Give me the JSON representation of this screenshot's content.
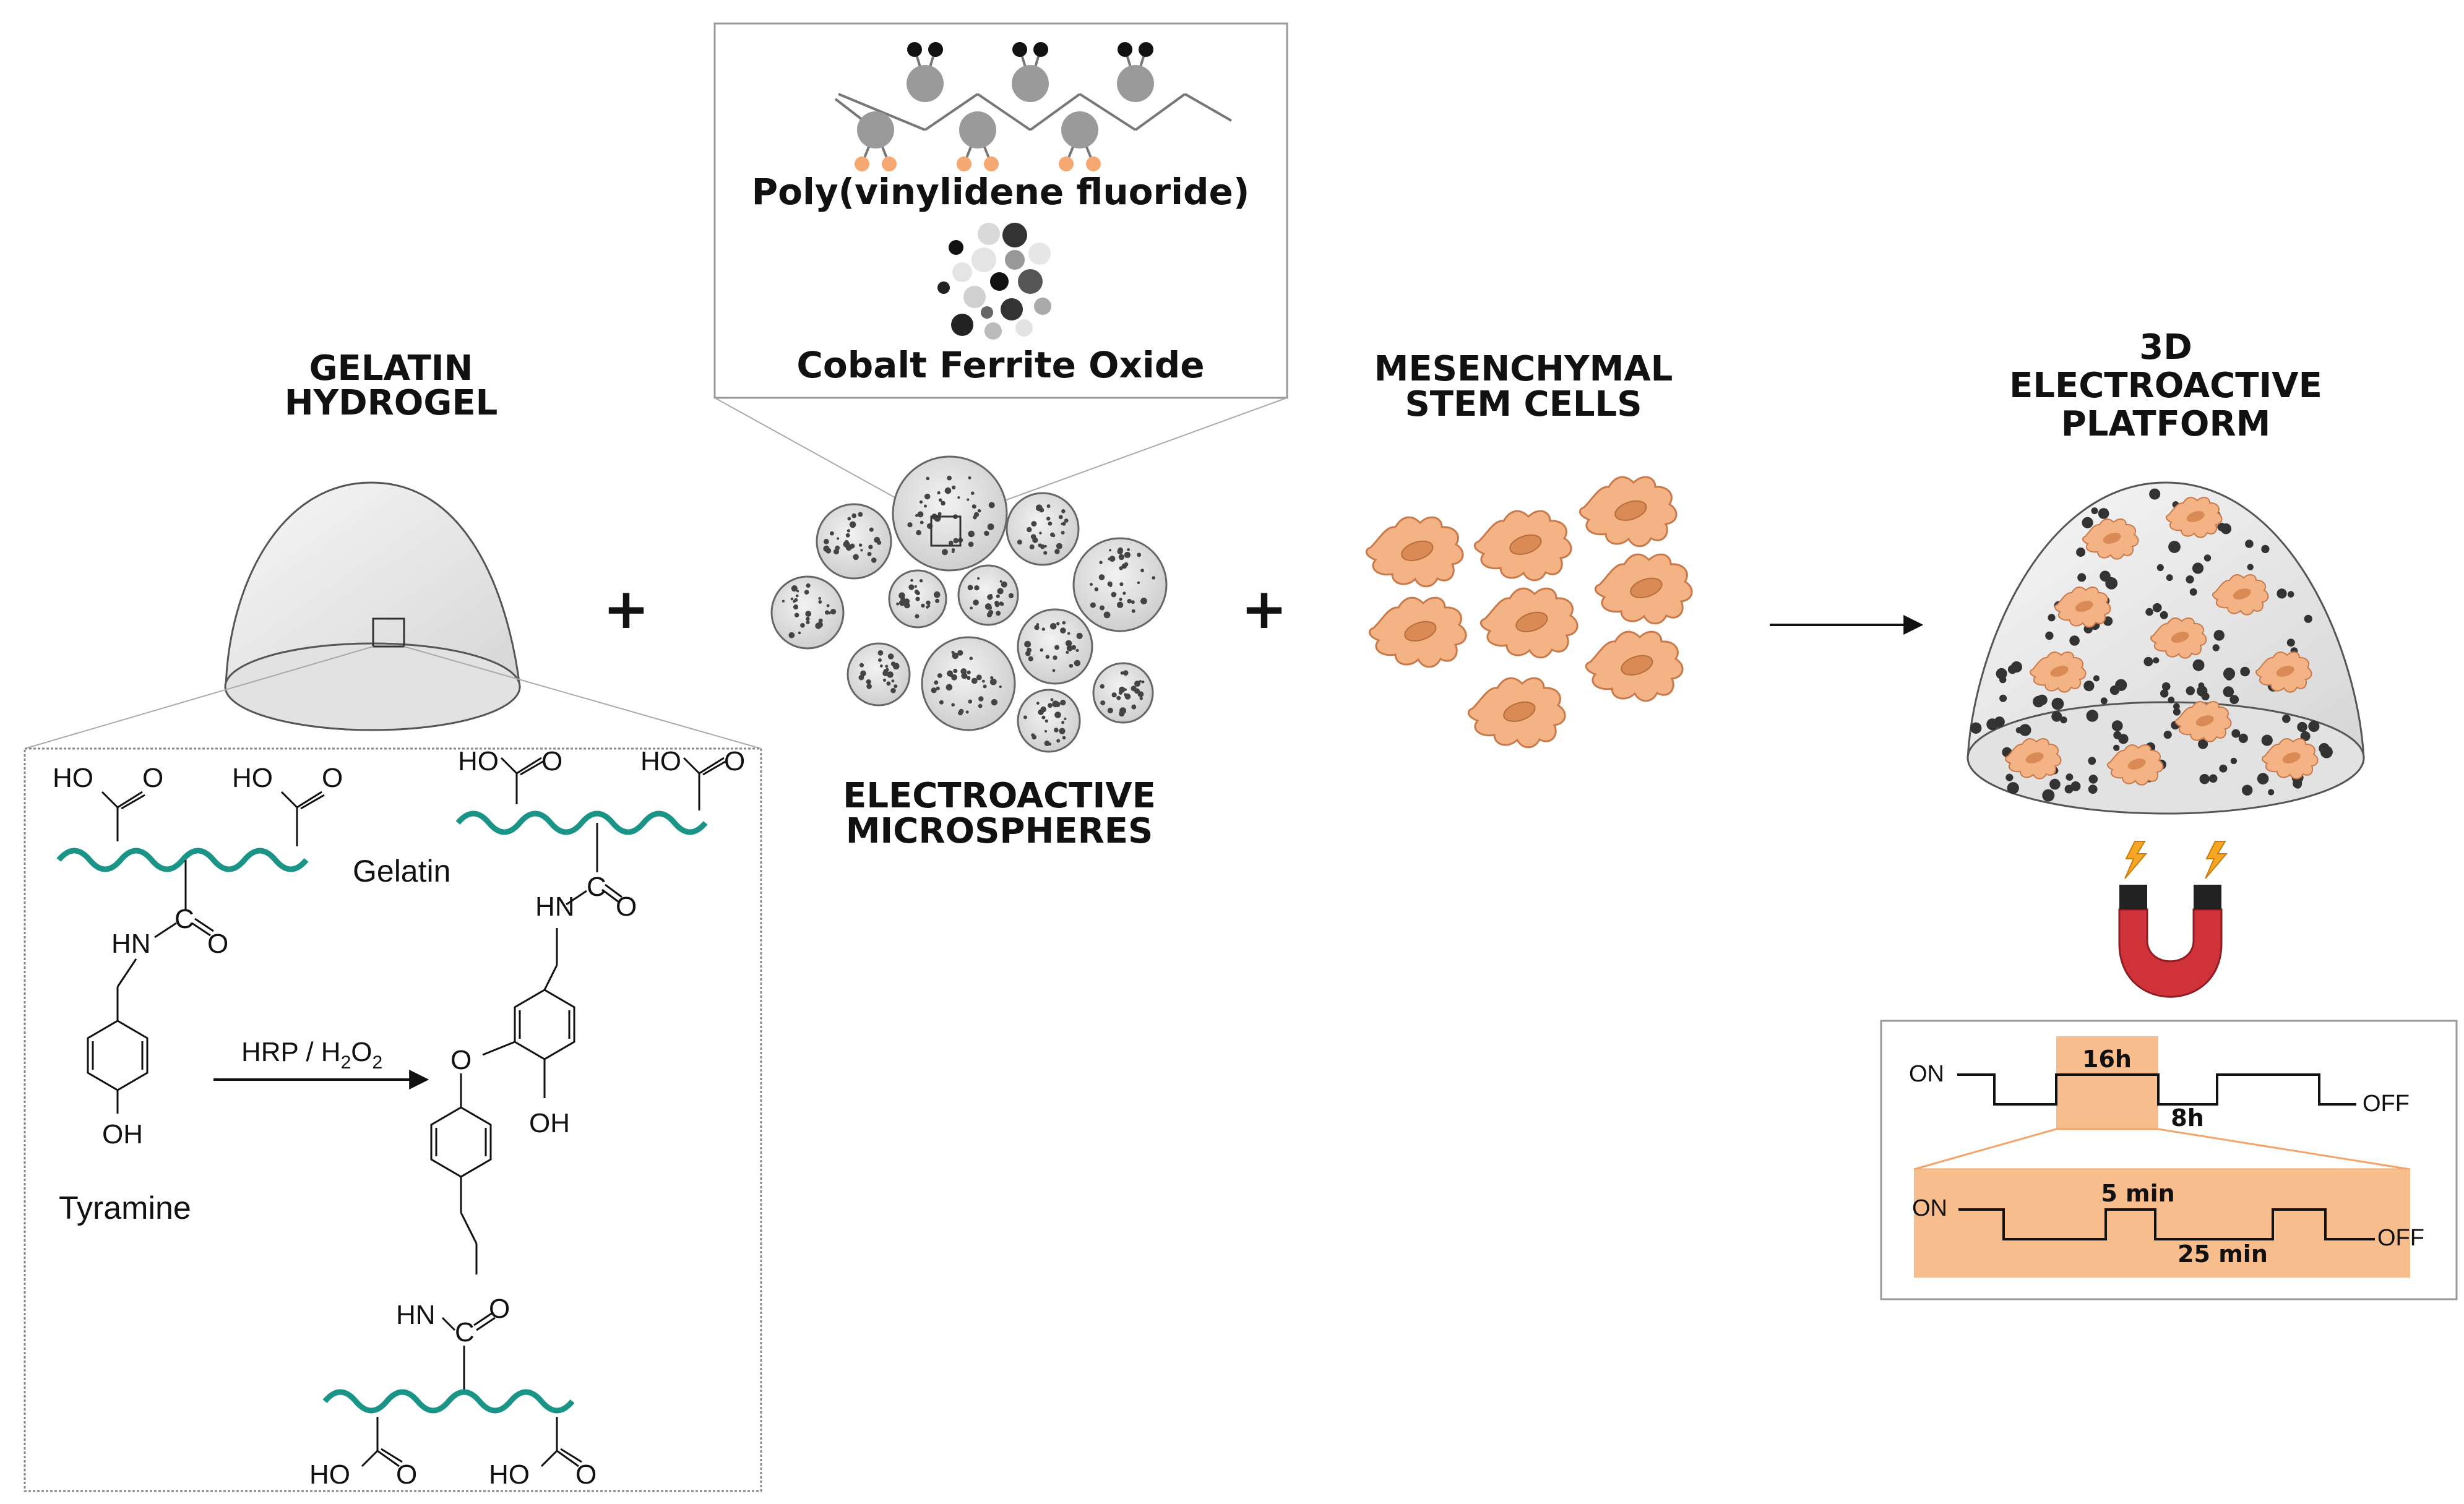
{
  "gelatin_hydrogel": {
    "line1": "GELATIN",
    "line2": "HYDROGEL"
  },
  "plus_sign": "+",
  "pvdf_label": "Poly(vinylidene fluoride)",
  "cobalt_label": "Cobalt Ferrite Oxide",
  "microspheres": {
    "line1": "ELECTROACTIVE",
    "line2": "MICROSPHERES"
  },
  "stem_cells": {
    "line1": "MESENCHYMAL",
    "line2": "STEM CELLS"
  },
  "platform": {
    "line1": "3D",
    "line2": "ELECTROACTIVE",
    "line3": "PLATFORM"
  },
  "chemistry": {
    "ho": "HO",
    "o": "O",
    "oh": "OH",
    "hn": "HN",
    "c": "C",
    "gelatin": "Gelatin",
    "tyramine": "Tyramine",
    "reaction_hrp": "HRP / H",
    "sub2": "2",
    "reaction_o": "O"
  },
  "schedule": {
    "on": "ON",
    "off": "OFF",
    "on_period": "16h",
    "off_period": "8h",
    "pulse_on": "5 min",
    "pulse_off": "25 min"
  },
  "colors": {
    "cell": "#f4b384",
    "cell_nucleus": "#d98a55",
    "gelatin_chain": "#1a9486",
    "magnet_red": "#d0323a",
    "schedule_fill": "#f8bd8c",
    "fluorine": "#f6a872",
    "polymer_atom": "#9a9a9a",
    "particle_dark": "#333333"
  }
}
